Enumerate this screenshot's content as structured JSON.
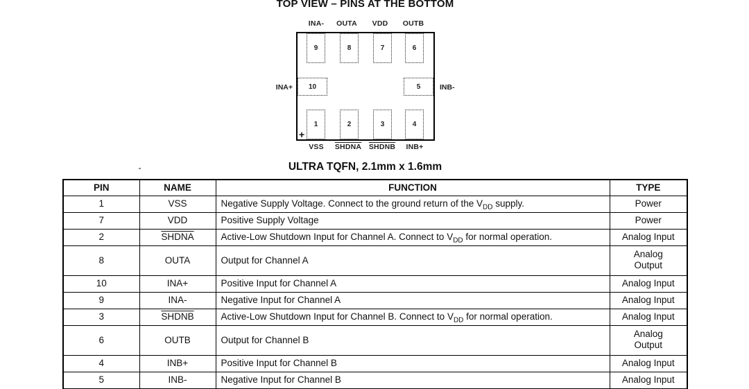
{
  "colors": {
    "ink": "#111111",
    "border": "#000000",
    "background": "#ffffff"
  },
  "header": {
    "title": "TOP VIEW – PINS AT THE BOTTOM"
  },
  "diagram": {
    "top_labels": [
      "INA-",
      "OUTA",
      "VDD",
      "OUTB"
    ],
    "top_pins": [
      "9",
      "8",
      "7",
      "6"
    ],
    "left_label": "INA+",
    "left_pin": "10",
    "right_label": "INB-",
    "right_pin": "5",
    "bottom_pins": [
      "1",
      "2",
      "3",
      "4"
    ],
    "bottom_labels": [
      "VSS",
      "SHDNA",
      "SHDNB",
      "INB+"
    ],
    "polarity_mark": "+",
    "caption": "ULTRA TQFN, 2.1mm x 1.6mm"
  },
  "table": {
    "headers": [
      "PIN",
      "NAME",
      "FUNCTION",
      "TYPE"
    ],
    "rows": [
      {
        "pin": "1",
        "name": "VSS",
        "func_pre": "Negative Supply Voltage. Connect to the ground return of the V",
        "func_sub": "DD",
        "func_post": " supply.",
        "type": "Power"
      },
      {
        "pin": "7",
        "name": "VDD",
        "func_pre": "Positive Supply Voltage",
        "type": "Power"
      },
      {
        "pin": "2",
        "name": "SHDNA",
        "func_pre": "Active-Low Shutdown Input for Channel A. Connect to V",
        "func_sub": "DD",
        "func_post": " for normal operation.",
        "type": "Analog Input"
      },
      {
        "pin": "8",
        "name": "OUTA",
        "func_pre": "Output for Channel A",
        "type": "Analog Output"
      },
      {
        "pin": "10",
        "name": "INA+",
        "func_pre": "Positive Input for Channel A",
        "type": "Analog Input"
      },
      {
        "pin": "9",
        "name": "INA-",
        "func_pre": "Negative Input for Channel A",
        "type": "Analog Input"
      },
      {
        "pin": "3",
        "name": "SHDNB",
        "func_pre": "Active-Low Shutdown Input for Channel B. Connect to V",
        "func_sub": "DD",
        "func_post": " for normal operation.",
        "type": "Analog Input"
      },
      {
        "pin": "6",
        "name": "OUTB",
        "func_pre": "Output for Channel B",
        "type": "Analog Output"
      },
      {
        "pin": "4",
        "name": "INB+",
        "func_pre": "Positive Input for Channel B",
        "type": "Analog Input"
      },
      {
        "pin": "5",
        "name": "INB-",
        "func_pre": "Negative Input for Channel B",
        "type": "Analog Input"
      }
    ]
  }
}
